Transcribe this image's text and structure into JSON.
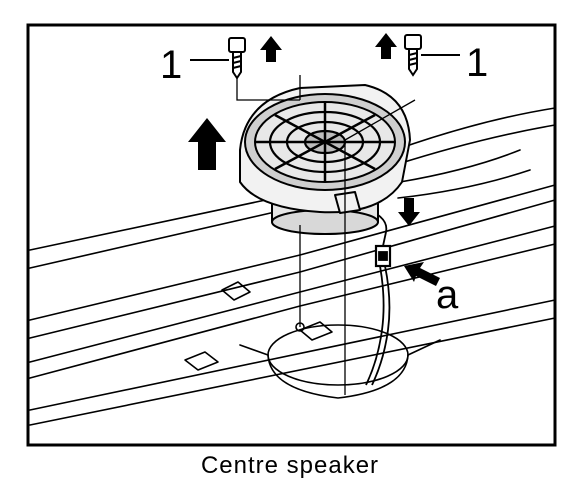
{
  "labels": {
    "screw_left": "1",
    "screw_right": "1",
    "connector": "a"
  },
  "caption": "Centre speaker",
  "colors": {
    "line": "#000000",
    "background": "#ffffff"
  }
}
